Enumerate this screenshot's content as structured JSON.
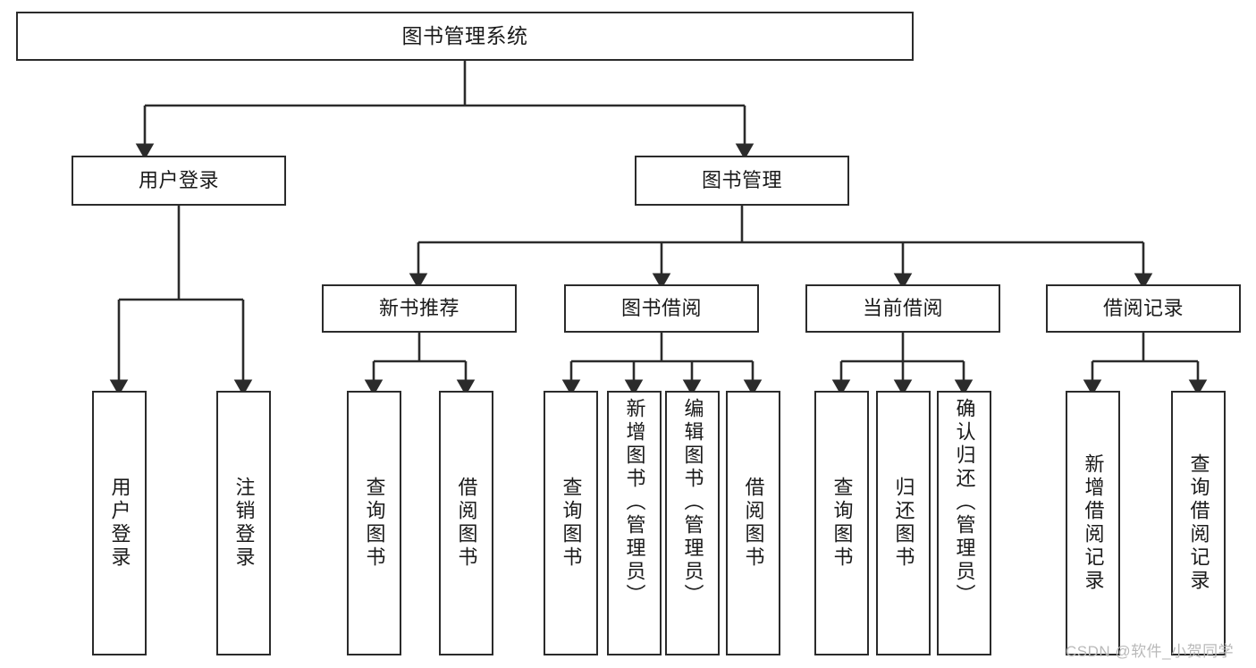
{
  "diagram": {
    "type": "tree-hierarchy-chart",
    "title": "图书管理系统",
    "line_color": "#2b2b2b",
    "box_fill": "#ffffff",
    "text_color": "#1a1a1a",
    "nodes": {
      "root": {
        "label": "图书管理系统"
      },
      "level1": [
        {
          "label": "用户登录"
        },
        {
          "label": "图书管理"
        }
      ],
      "level2": [
        {
          "label": "新书推荐"
        },
        {
          "label": "图书借阅"
        },
        {
          "label": "当前借阅"
        },
        {
          "label": "借阅记录"
        }
      ],
      "leaves": {
        "user_login": [
          {
            "label": "用户登录"
          },
          {
            "label": "注销登录"
          }
        ],
        "new_book_recommend": [
          {
            "label": "查询图书"
          },
          {
            "label": "借阅图书"
          }
        ],
        "book_borrow": [
          {
            "label": "查询图书"
          },
          {
            "label": "新增图书（管理员）"
          },
          {
            "label": "编辑图书（管理员）"
          },
          {
            "label": "借阅图书"
          }
        ],
        "current_borrow": [
          {
            "label": "查询图书"
          },
          {
            "label": "归还图书"
          },
          {
            "label": "确认归还（管理员）"
          }
        ],
        "borrow_record": [
          {
            "label": "新增借阅记录"
          },
          {
            "label": "查询借阅记录"
          }
        ]
      }
    },
    "watermark": "CSDN @软件_小贺同学"
  }
}
